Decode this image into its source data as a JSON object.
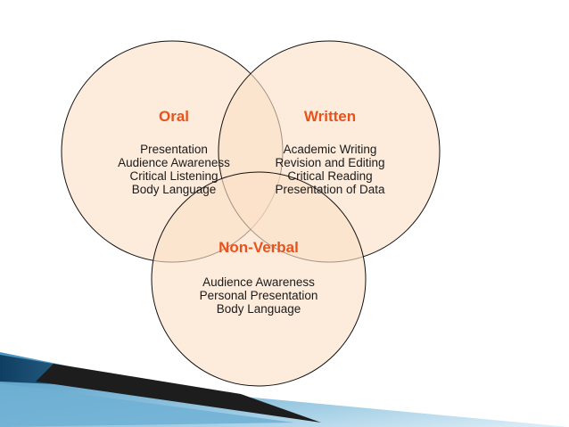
{
  "diagram": {
    "type": "venn",
    "colors": {
      "circle_fill": "#fbe0c7",
      "circle_stroke": "#111111",
      "title": "#e8521c",
      "text": "#1a1a1a"
    },
    "sets": [
      {
        "id": "oral",
        "title": "Oral",
        "items": [
          "Presentation",
          "Audience Awareness",
          "Critical Listening",
          "Body Language"
        ]
      },
      {
        "id": "written",
        "title": "Written",
        "items": [
          "Academic Writing",
          "Revision and Editing",
          "Critical Reading",
          "Presentation of Data"
        ]
      },
      {
        "id": "non-verbal",
        "title": "Non-Verbal",
        "items": [
          "Audience Awareness",
          "Personal Presentation",
          "Body Language"
        ]
      }
    ]
  }
}
